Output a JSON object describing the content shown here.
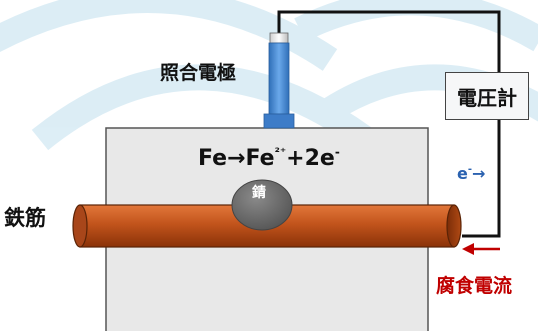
{
  "reference_electrode_label": "照合電極",
  "voltmeter_label": "電圧計",
  "reaction": {
    "text1": "Fe→Fe",
    "sup1": "²⁺",
    "text2": "+2e",
    "sup2": "-"
  },
  "electron": {
    "text": "e",
    "sup": "-",
    "arrow": "→"
  },
  "rebar_label": "鉄筋",
  "rust_label": "錆",
  "corrosion_current_label": "腐食電流",
  "colors": {
    "concrete": "#e8e8e8",
    "rebar": "#c2541c",
    "rust": "#6b6b6b",
    "electrode": "#4a8ad4",
    "wire": "#111111",
    "electron_text": "#2b62b0",
    "current_text": "#c00000",
    "background_arc": "#d7ebf4"
  }
}
